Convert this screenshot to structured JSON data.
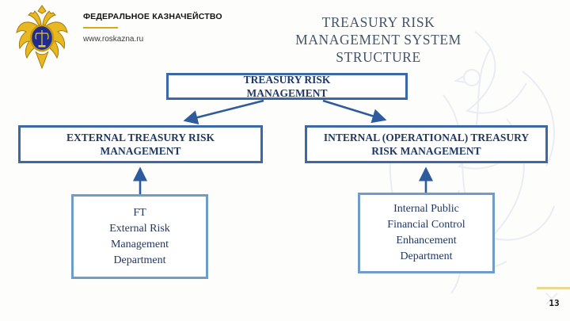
{
  "slide": {
    "title_line1": "TREASURY RISK",
    "title_line2": "MANAGEMENT SYSTEM STRUCTURE",
    "page_number": "13"
  },
  "logo": {
    "org_name": "ФЕДЕРАЛЬНОЕ КАЗНАЧЕЙСТВО",
    "website": "www.roskazna.ru",
    "emblem": "double-headed-eagle",
    "gold_color": "#d9a81c",
    "shield_color": "#202d8d"
  },
  "diagram": {
    "root_box": {
      "lines": [
        "TREASURY RISK",
        "MANAGEMENT"
      ]
    },
    "left_branch_box": {
      "lines": [
        "EXTERNAL TREASURY RISK",
        "MANAGEMENT"
      ]
    },
    "right_branch_box": {
      "lines": [
        "INTERNAL (OPERATIONAL) TREASURY",
        "RISK MANAGEMENT"
      ]
    },
    "left_leaf_box": {
      "lines": [
        "FT",
        "External Risk",
        "Management",
        "Department"
      ]
    },
    "right_leaf_box": {
      "lines": [
        "Internal Public",
        "Financial Control",
        "Enhancement",
        "Department"
      ]
    },
    "colors": {
      "branch_border": "#3b69a5",
      "leaf_border": "#6f9dc8",
      "arrow": "#2e5b9e",
      "box_text": "#1f3864",
      "title_text": "#44536a",
      "footer_gold": "#e9d892"
    }
  }
}
